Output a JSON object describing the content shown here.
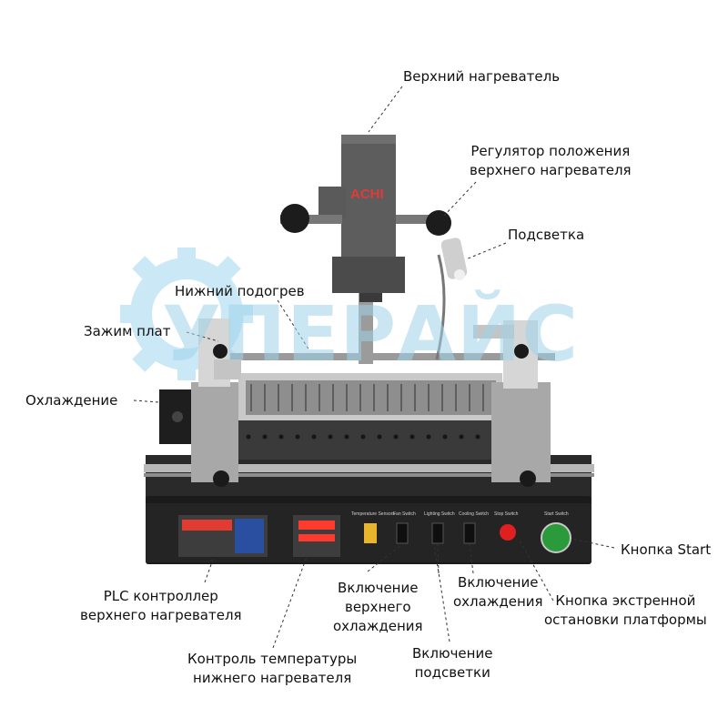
{
  "labels": {
    "upper_heater": "Верхний нагреватель",
    "position_regulator": [
      "Регулятор положения",
      "верхнего нагревателя"
    ],
    "backlight": "Подсветка",
    "bottom_preheat": "Нижний подогрев",
    "board_clamp": "Зажим плат",
    "cooling": "Охлаждение",
    "start_button": "Кнопка Start",
    "emergency_stop": [
      "Кнопка экстренной",
      "остановки платформы"
    ],
    "plc_controller": [
      "PLC контроллер",
      "верхнего нагревателя"
    ],
    "bottom_temp_control": [
      "Контроль температуры",
      "нижнего нагревателя"
    ],
    "upper_cooling_switch": [
      "Включение",
      "верхнего",
      "охлаждения"
    ],
    "cooling_switch": [
      "Включение",
      "охлаждения"
    ],
    "backlight_switch": [
      "Включение",
      "подсветки"
    ]
  },
  "device": {
    "brand": "ACHI",
    "panel_labels": [
      "Temperature Sensors",
      "Fan Switch",
      "Lighting Switch",
      "Cooling Switch",
      "Stop Switch",
      "Start Switch"
    ]
  },
  "watermark": "УПЕРАЙС"
}
